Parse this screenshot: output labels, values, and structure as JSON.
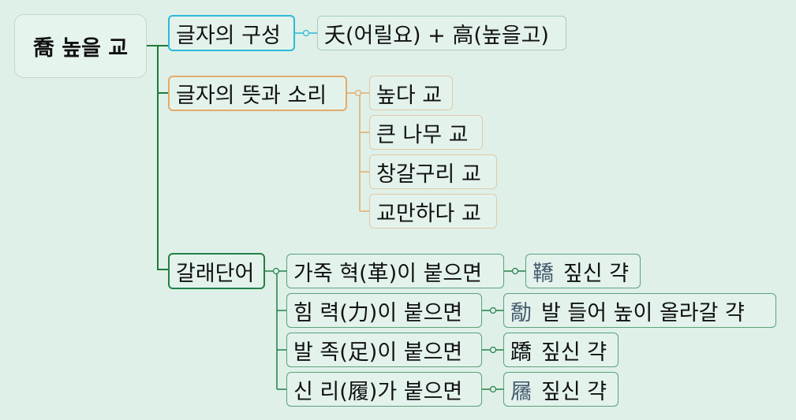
{
  "root": {
    "label": "喬 높을 교"
  },
  "branches": {
    "structure": {
      "label": "글자의 구성",
      "children": [
        "夭(어릴요) + 高(높을고)"
      ]
    },
    "meaning": {
      "label": "글자의 뜻과 소리",
      "children": [
        "높다 교",
        "큰 나무 교",
        "창갈구리 교",
        "교만하다 교"
      ]
    },
    "words": {
      "label": "갈래단어",
      "children": [
        {
          "radical": "가죽 혁(革)이 붙으면",
          "char": "鞽",
          "meaning": "짚신 갹"
        },
        {
          "radical": "힘 력(力)이 붙으면",
          "char": "勪",
          "meaning": "발 들어 높이 올라갈 갹"
        },
        {
          "radical": "발 족(足)이 붙으면",
          "char": "蹻",
          "meaning": "짚신 갹"
        },
        {
          "radical": "신 리(履)가 붙으면",
          "char": "屩",
          "meaning": "짚신 갹"
        }
      ]
    }
  },
  "colors": {
    "background": "#dff0e8",
    "trunk": "#1e7a3c",
    "structure": "#2fb8d8",
    "meaning": "#e2ab6a",
    "words": "#228047"
  }
}
